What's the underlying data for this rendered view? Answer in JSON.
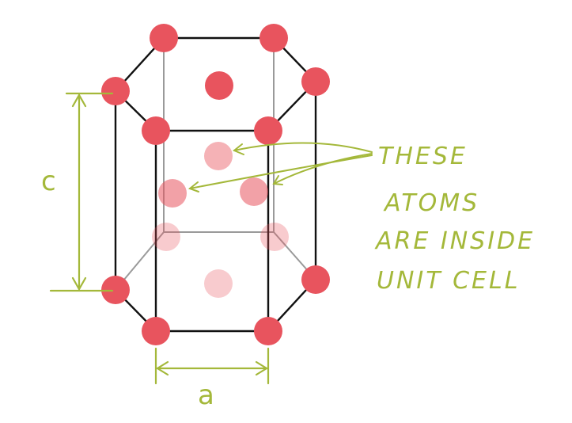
{
  "diagram": {
    "colors": {
      "atom": "#e8545e",
      "edge": "#111111",
      "hidden_edge": "#9a9a9a",
      "annotation": "#a4b83a"
    },
    "dimensions": {
      "height_label": "c",
      "width_label": "a"
    },
    "annotation": {
      "lines": [
        "THESE",
        "ATOMS",
        "ARE INSIDE",
        "UNIT CELL"
      ]
    }
  }
}
